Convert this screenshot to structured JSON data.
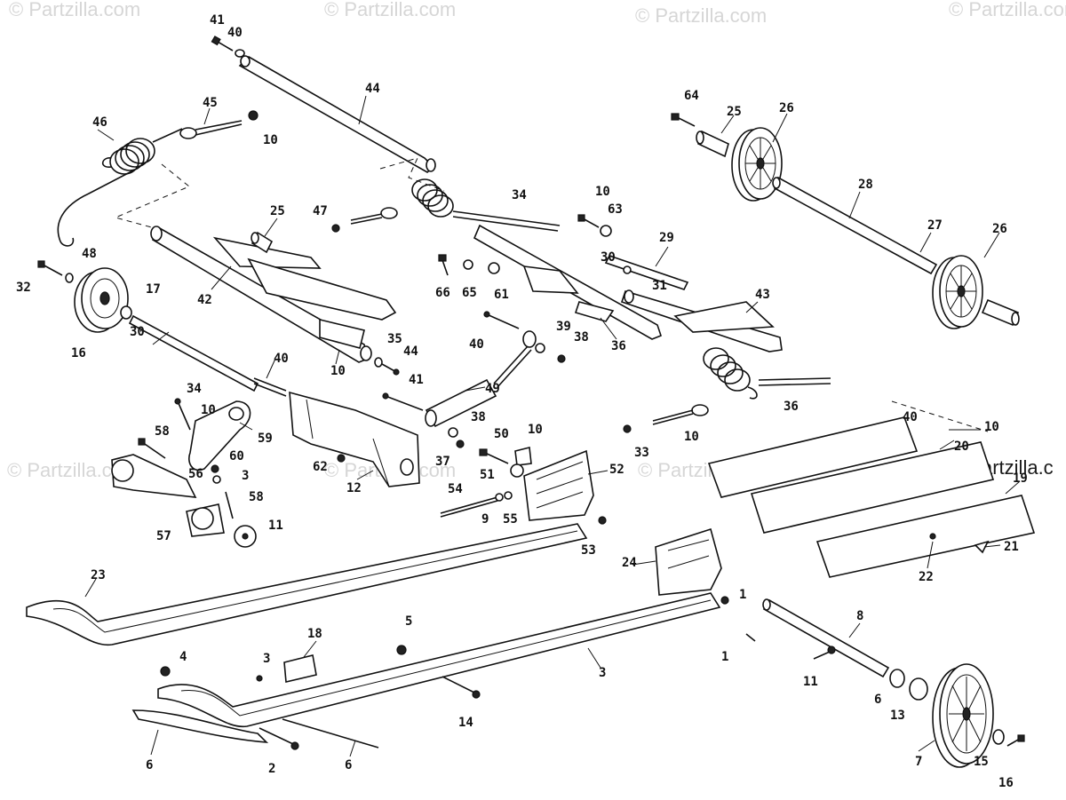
{
  "watermark": {
    "text": "© Partzilla.com",
    "text_partial": "© Partzilla.c"
  },
  "callouts": [
    "41",
    "40",
    "44",
    "45",
    "46",
    "10",
    "64",
    "25",
    "26",
    "28",
    "27",
    "26",
    "25",
    "47",
    "34",
    "10",
    "63",
    "29",
    "30",
    "31",
    "43",
    "42",
    "32",
    "48",
    "17",
    "16",
    "30",
    "66",
    "65",
    "61",
    "40",
    "39",
    "38",
    "36",
    "10",
    "35",
    "44",
    "40",
    "41",
    "49",
    "38",
    "37",
    "36",
    "10",
    "33",
    "34",
    "10",
    "59",
    "58",
    "56",
    "60",
    "3",
    "58",
    "57",
    "11",
    "12",
    "62",
    "50",
    "10",
    "51",
    "52",
    "54",
    "9",
    "55",
    "53",
    "40",
    "10",
    "20",
    "19",
    "21",
    "22",
    "23",
    "24",
    "1",
    "8",
    "3",
    "18",
    "4",
    "5",
    "3",
    "1",
    "11",
    "6",
    "13",
    "14",
    "6",
    "2",
    "6",
    "7",
    "15",
    "16",
    "17"
  ]
}
